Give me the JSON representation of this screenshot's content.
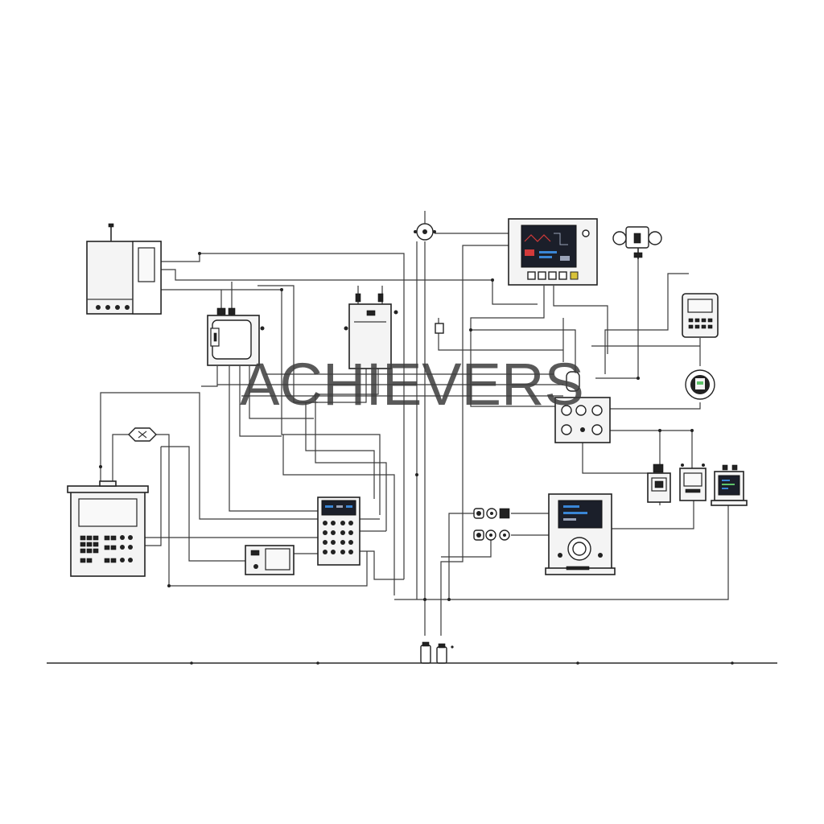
{
  "watermark": {
    "text": "ACHIEVERS"
  },
  "colors": {
    "line": "#2a2a2a",
    "screen": "#1b1f2a",
    "screen_red": "#d23a3a",
    "screen_blue": "#3a86d6",
    "screen_green": "#5fc46a",
    "accent_yellow": "#d8c23a"
  },
  "devices": [
    {
      "id": "enclosure-top-left",
      "icon": "electrical-enclosure-icon"
    },
    {
      "id": "oven-unit",
      "icon": "oven-icon"
    },
    {
      "id": "relay-box",
      "icon": "relay-box-icon"
    },
    {
      "id": "top-sensor",
      "icon": "sensor-icon"
    },
    {
      "id": "monitor-display",
      "icon": "monitor-icon"
    },
    {
      "id": "valve-assembly",
      "icon": "valve-icon"
    },
    {
      "id": "handheld-terminal",
      "icon": "handheld-terminal-icon"
    },
    {
      "id": "gauge-meter",
      "icon": "gauge-icon"
    },
    {
      "id": "control-panel-center",
      "icon": "control-panel-icon"
    },
    {
      "id": "terminal-console-left",
      "icon": "terminal-console-icon"
    },
    {
      "id": "filter-element",
      "icon": "filter-icon"
    },
    {
      "id": "keypad-controller",
      "icon": "keypad-icon"
    },
    {
      "id": "small-display-unit",
      "icon": "display-unit-icon"
    },
    {
      "id": "instrument-console",
      "icon": "instrument-console-icon"
    },
    {
      "id": "indicator-lamps",
      "icon": "indicator-lamp-icon"
    },
    {
      "id": "io-module-a",
      "icon": "io-module-icon"
    },
    {
      "id": "io-module-b",
      "icon": "io-module-icon"
    },
    {
      "id": "laptop-terminal",
      "icon": "laptop-icon"
    },
    {
      "id": "ground-connectors",
      "icon": "connector-icon"
    }
  ]
}
